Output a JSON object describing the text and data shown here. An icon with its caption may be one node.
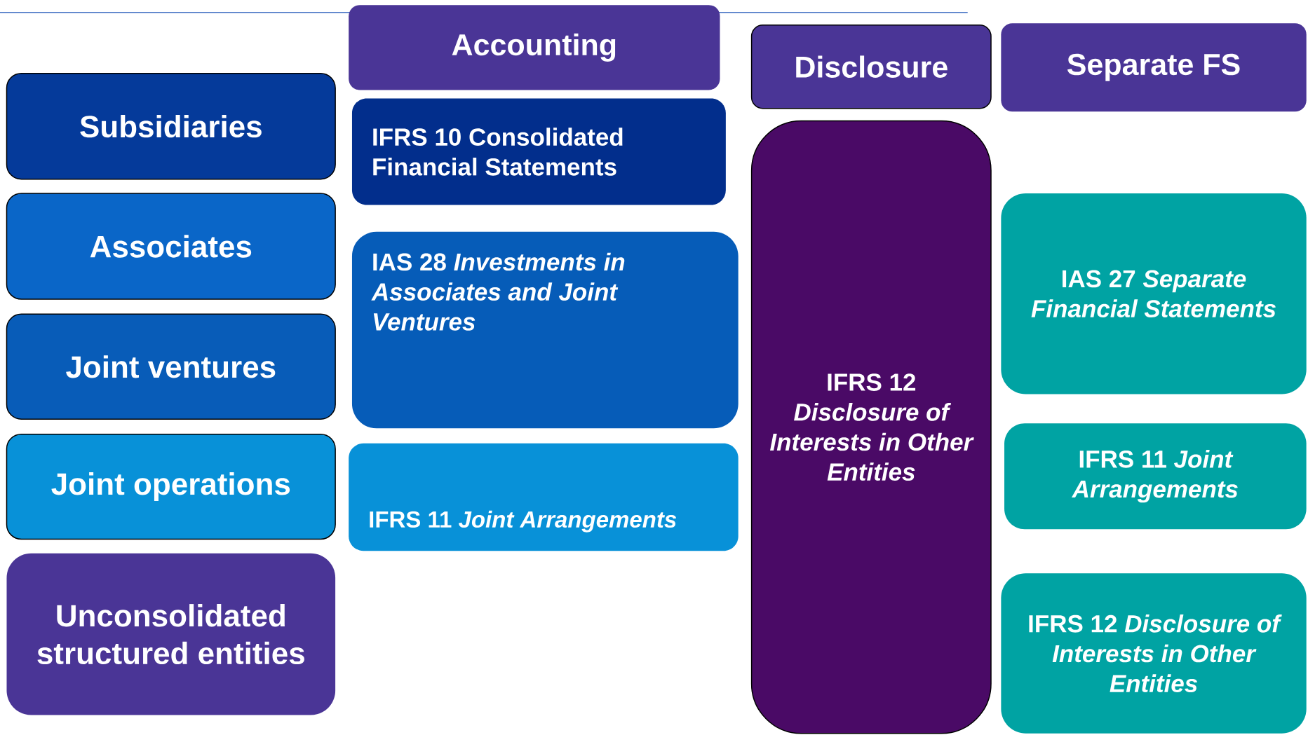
{
  "diagram": {
    "nodes": [
      {
        "text": [
          "Accounting"
        ]
      },
      {
        "text": [
          "Disclosure"
        ]
      },
      {
        "text": [
          "Separate FS"
        ]
      },
      {
        "text": [
          "Subsidiaries"
        ]
      },
      {
        "text": [
          "IFRS 10 Consolidated Financial Statements"
        ]
      },
      {
        "text": [
          "IFRS 12 *Disclosure of Interests in Other Entities*"
        ]
      },
      {
        "text": [
          "Associates"
        ]
      },
      {
        "text": [
          "IAS 28 *Investments in Associates and Joint Ventures*"
        ]
      },
      {
        "text": [
          "IAS 27 *Separate Financial Statements*"
        ]
      },
      {
        "text": [
          "Joint ventures"
        ]
      },
      {
        "text": [
          "Joint operations"
        ]
      },
      {
        "text": [
          "IFRS 11 *Joint Arrangements*"
        ]
      },
      {
        "text": [
          "IFRS 11 *Joint Arrangements*"
        ]
      },
      {
        "text": [
          "Unconsolidated structured entities"
        ]
      },
      {
        "text": [
          "IFRS 12 *Disclosure of Interests in Other Entities*"
        ]
      }
    ]
  }
}
